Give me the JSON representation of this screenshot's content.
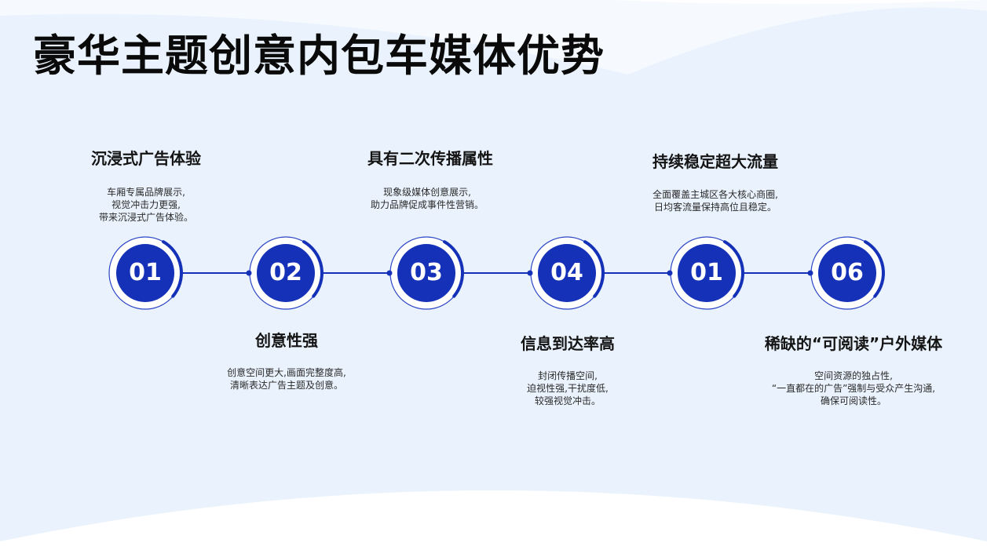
{
  "page": {
    "title": "豪华主题创意内包车媒体优势"
  },
  "theme": {
    "accent": "#1431b8",
    "ring": "#2a44c4",
    "background": "#eaf3fd",
    "text": "#141414"
  },
  "steps": [
    {
      "number": "01",
      "title": "沉浸式广告体验",
      "desc": [
        "车厢专属品牌展示,",
        "视觉冲击力更强,",
        "带来沉浸式广告体验。"
      ]
    },
    {
      "number": "02",
      "title": "创意性强",
      "desc": [
        "创意空间更大,画面完整度高,",
        "清晰表达广告主题及创意。"
      ]
    },
    {
      "number": "03",
      "title": "具有二次传播属性",
      "desc": [
        "现象级媒体创意展示,",
        "助力品牌促成事件性营销。"
      ]
    },
    {
      "number": "04",
      "title": "信息到达率高",
      "desc": [
        "封闭传播空间,",
        "迫视性强,干扰度低,",
        "较强视觉冲击。"
      ]
    },
    {
      "number": "01",
      "title": "持续稳定超大流量",
      "desc": [
        "全面覆盖主城区各大核心商圈,",
        "日均客流量保持高位且稳定。"
      ]
    },
    {
      "number": "06",
      "title": "稀缺的“可阅读”户外媒体",
      "desc": [
        "空间资源的独占性,",
        "“一直都在的广告”强制与受众产生沟通,",
        "确保可阅读性。"
      ]
    }
  ]
}
